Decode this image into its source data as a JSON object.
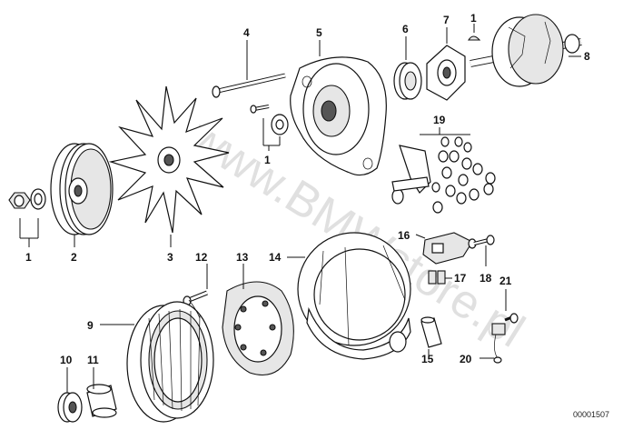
{
  "labels": {
    "p1a": "1",
    "p1b": "1",
    "p1c": "1",
    "p2": "2",
    "p3": "3",
    "p4": "4",
    "p5": "5",
    "p6": "6",
    "p7": "7",
    "p8": "8",
    "p9": "9",
    "p10": "10",
    "p11": "11",
    "p12": "12",
    "p13": "13",
    "p14": "14",
    "p15": "15",
    "p16": "16",
    "p17": "17",
    "p18": "18",
    "p19": "19",
    "p20": "20",
    "p21": "21"
  },
  "document_number": "00001507",
  "watermark": "www.BMWstore.pl"
}
